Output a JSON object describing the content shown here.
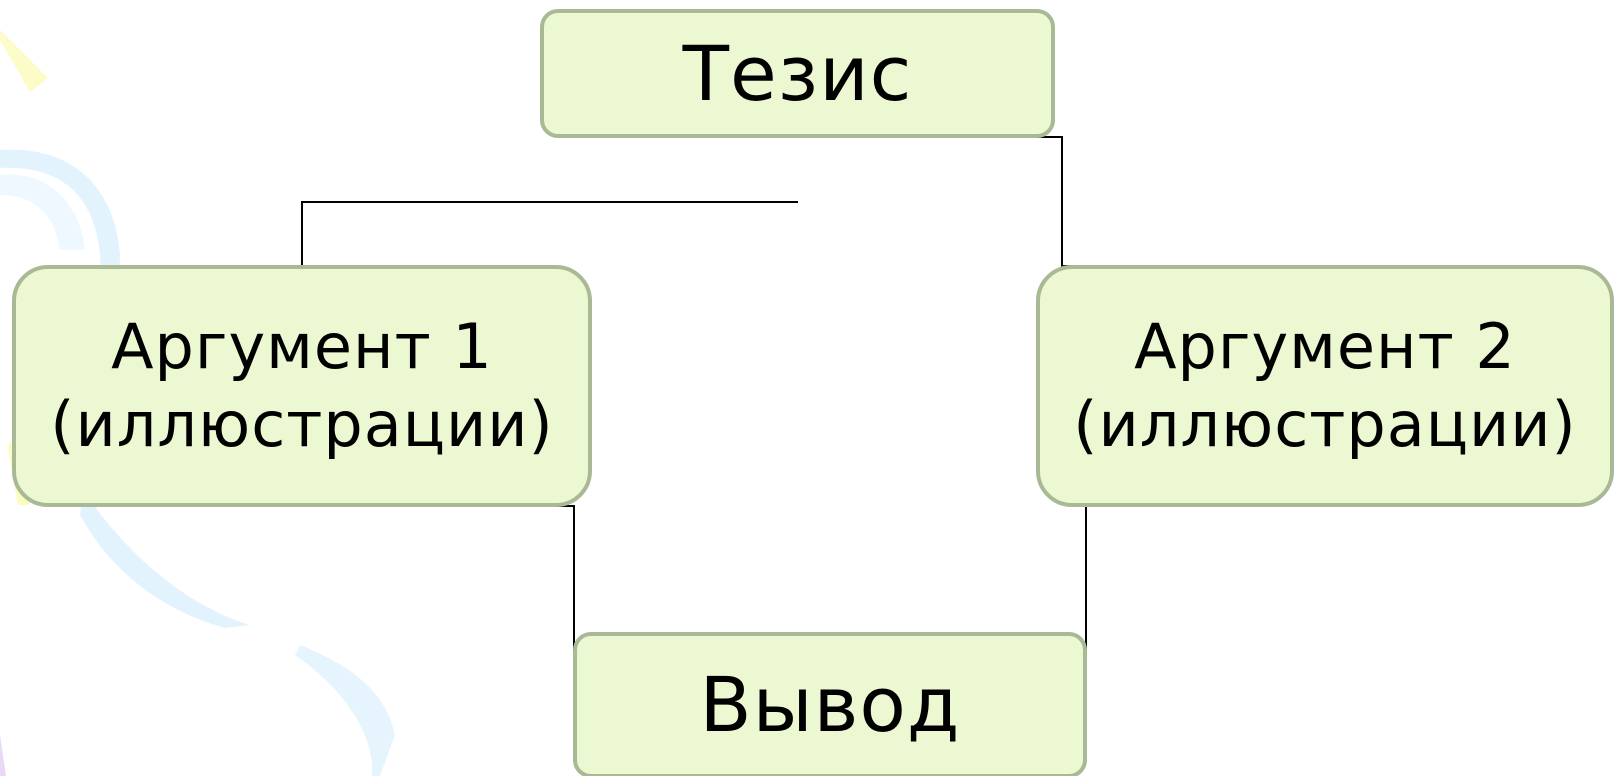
{
  "diagram": {
    "thesis": {
      "label": "Тезис"
    },
    "argument_1": {
      "line1": "Аргумент 1",
      "line2": "(иллюстрации)"
    },
    "argument_2": {
      "line1": "Аргумент 2",
      "line2": "(иллюстрации)"
    },
    "conclusion": {
      "label": "Вывод"
    }
  },
  "colors": {
    "box_fill": "#ebf8d1",
    "box_border": "#a9b996",
    "connector": "#000000",
    "decor_blue": "#e3f3fd",
    "decor_yellow": "#fbfcc0"
  }
}
